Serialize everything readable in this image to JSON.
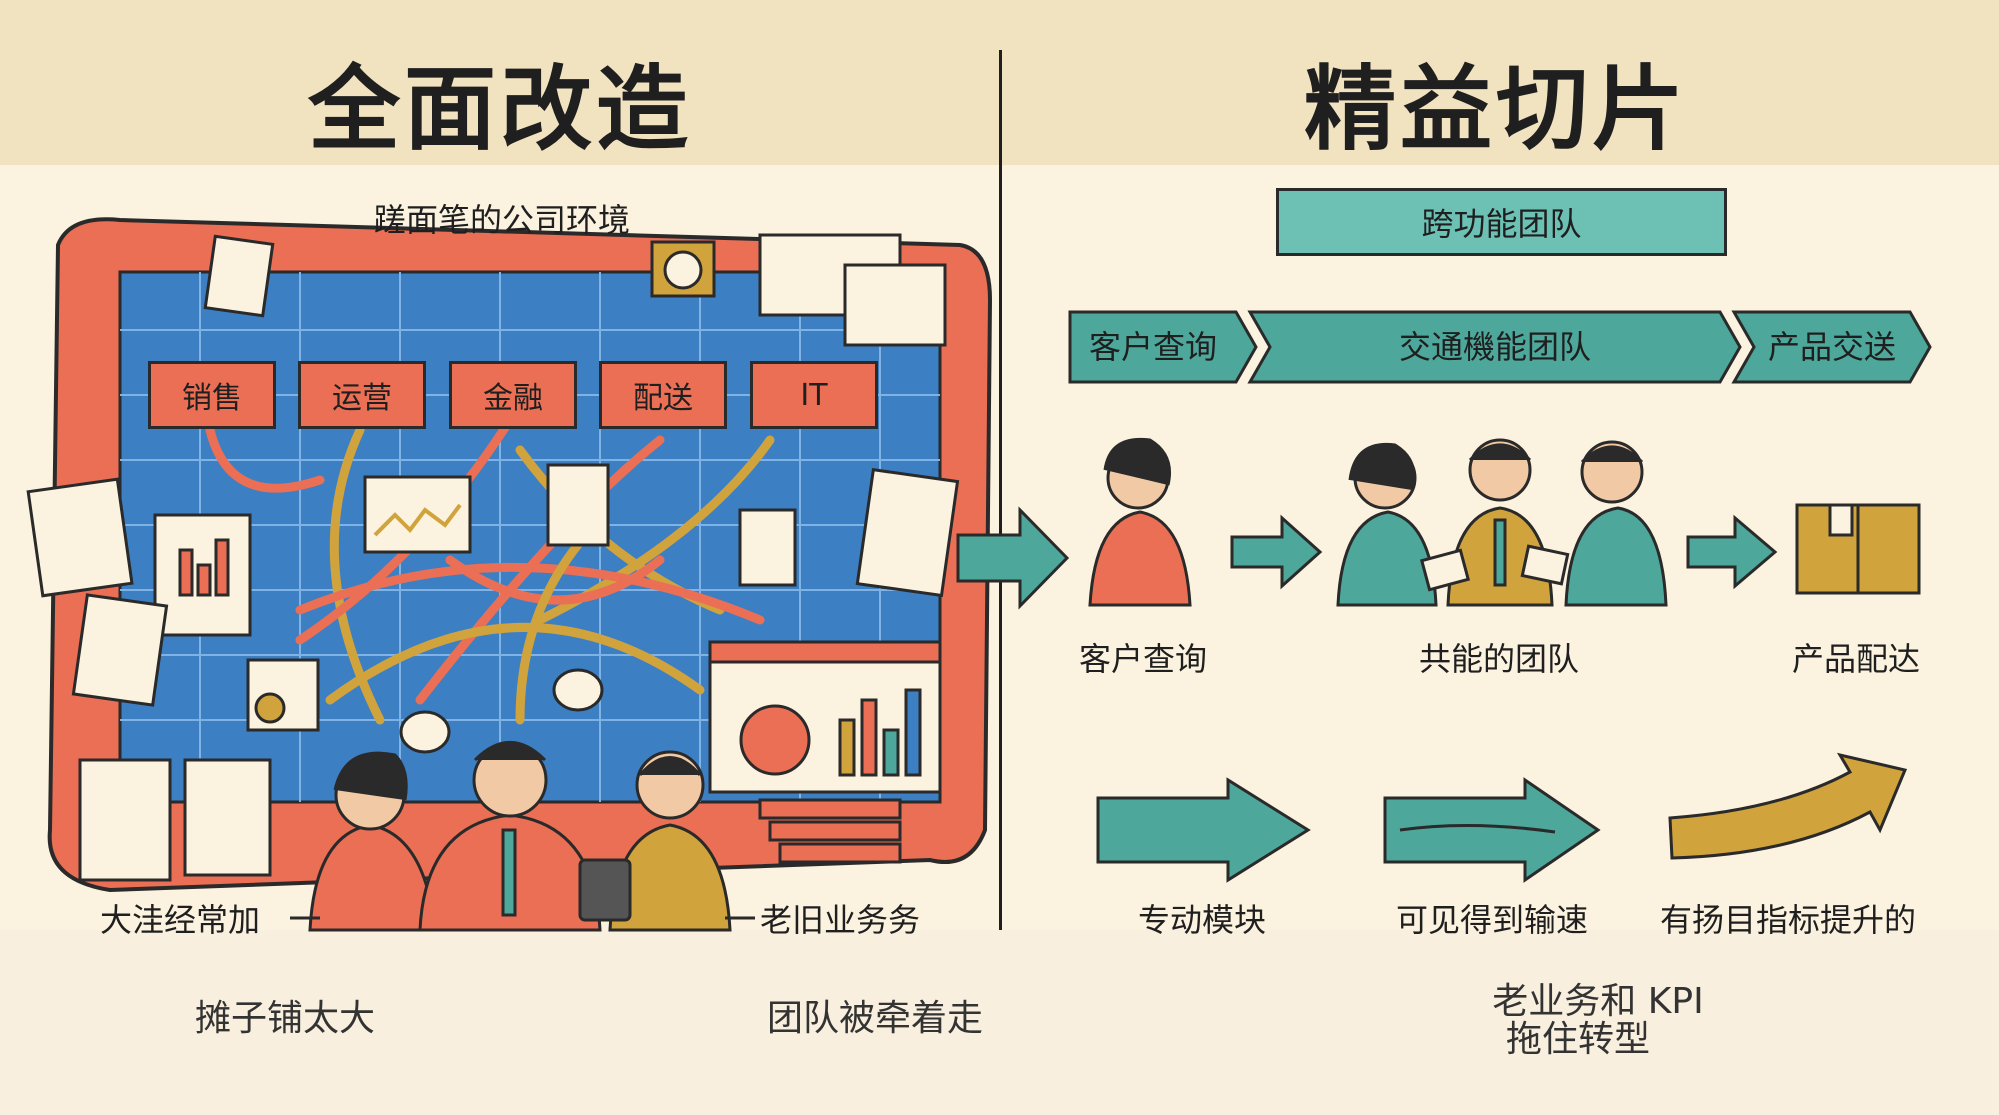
{
  "left": {
    "title": "全面改造",
    "subtitle": "蹉面笔的公司环境",
    "departments": [
      "销售",
      "运营",
      "金融",
      "配送",
      "IT"
    ],
    "caption_left": "大洼经常加",
    "caption_right": "老旧业务务",
    "bottom_left": "摊子铺太大",
    "bottom_right": "团队被牵着走"
  },
  "right": {
    "title": "精益切片",
    "team_box": "跨功能团队",
    "chevrons": [
      "客户查询",
      "交通機能团队",
      "产品交送"
    ],
    "people_labels": [
      "客户查询",
      "共能的团队",
      "产品配达"
    ],
    "metric_labels": [
      "专动模块",
      "可见得到输速",
      "有扬目指标提升的"
    ],
    "bottom_text_line1": "老业务和 KPI",
    "bottom_text_line2": "拖住转型"
  },
  "colors": {
    "coral": "#ea6f55",
    "blue": "#3d7fc3",
    "teal": "#4da79b",
    "gold": "#d1a33d",
    "cream": "#fbf2df"
  }
}
